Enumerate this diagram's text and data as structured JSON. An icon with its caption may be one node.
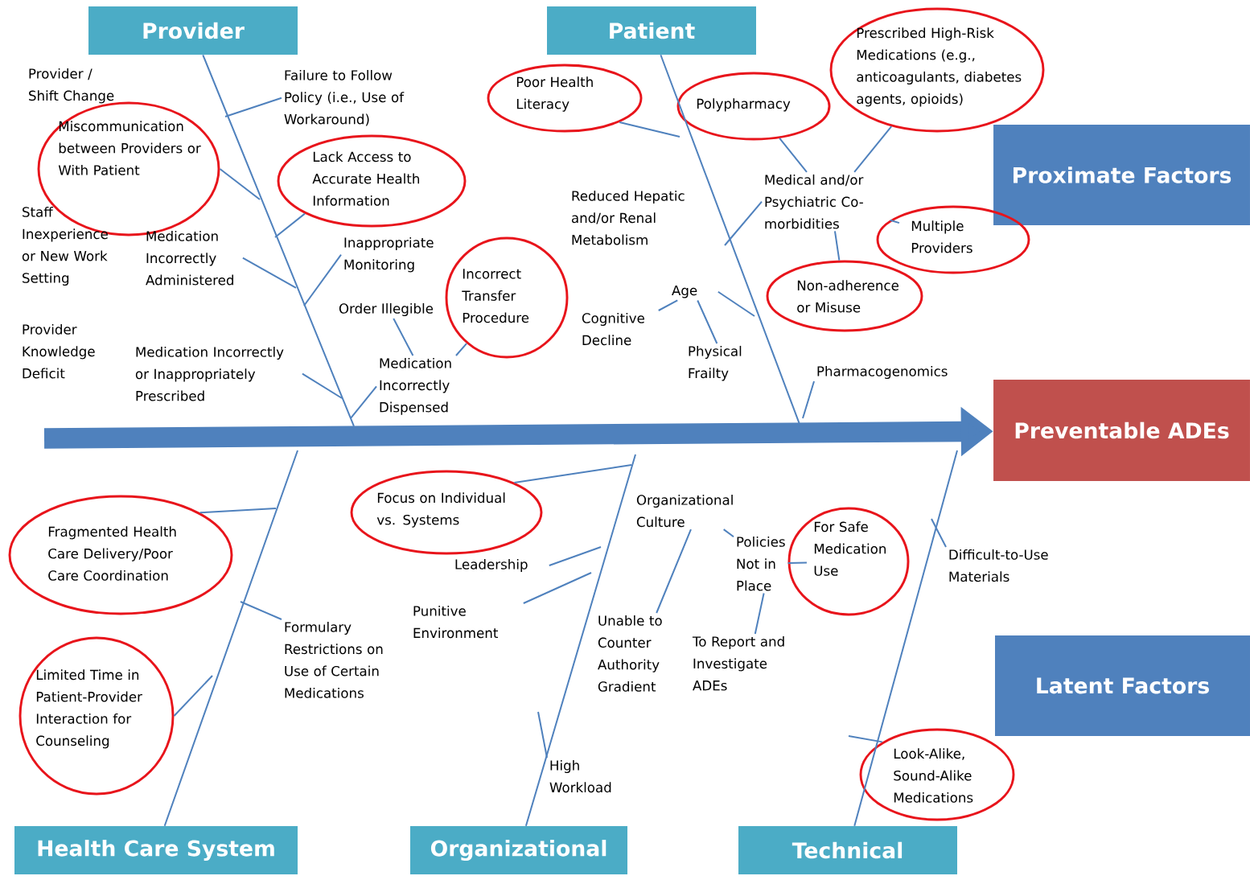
{
  "diagram": {
    "nodes": [
      {
        "text": [
          "Provider"
        ]
      },
      {
        "text": [
          "Patient"
        ]
      },
      {
        "text": [
          "Proximate Factors"
        ]
      },
      {
        "text": [
          "Preventable ADEs"
        ]
      },
      {
        "text": [
          "Latent Factors"
        ]
      },
      {
        "text": [
          "Health Care System"
        ]
      },
      {
        "text": [
          "Organizational"
        ]
      },
      {
        "text": [
          "Technical"
        ]
      },
      {
        "text": [
          "Miscommunication between Providers or With Patient"
        ]
      },
      {
        "text": [
          "Lack Access to Accurate Health Information"
        ]
      },
      {
        "text": [
          "Poor Health Literacy"
        ]
      },
      {
        "text": [
          "Polypharmacy"
        ]
      },
      {
        "text": [
          "Prescribed High-Risk Medications (e.g., anticoagulants, diabetes agents, opioids)"
        ]
      },
      {
        "text": [
          "Multiple Providers"
        ]
      },
      {
        "text": [
          "Non-adherence or Misuse"
        ]
      },
      {
        "text": [
          "Incorrect Transfer Procedure"
        ]
      },
      {
        "text": [
          "Focus on Individual vs. Systems"
        ]
      },
      {
        "text": [
          "Fragmented Health Care Delivery/Poor Care Coordination"
        ]
      },
      {
        "text": [
          "Limited Time in Patient-Provider Interaction for Counseling"
        ]
      },
      {
        "text": [
          "For Safe Medication Use"
        ]
      },
      {
        "text": [
          "Look-Alike, Sound-Alike Medications"
        ]
      },
      {
        "text": [
          "Provider / Shift Change"
        ]
      },
      {
        "text": [
          "Failure to Follow Policy (i.e., Use of Workaround)"
        ]
      },
      {
        "text": [
          "Staff Inexperience or New Work Setting"
        ]
      },
      {
        "text": [
          "Medication Incorrectly Administered"
        ]
      },
      {
        "text": [
          "Inappropriate Monitoring"
        ]
      },
      {
        "text": [
          "Order Illegible"
        ]
      },
      {
        "text": [
          "Provider Knowledge Deficit"
        ]
      },
      {
        "text": [
          "Medication Incorrectly or Inappropriately Prescribed"
        ]
      },
      {
        "text": [
          "Medication Incorrectly Dispensed"
        ]
      },
      {
        "text": [
          "Reduced Hepatic and/or Renal Metabolism"
        ]
      },
      {
        "text": [
          "Medical and/or Psychiatric Co-morbidities"
        ]
      },
      {
        "text": [
          "Age"
        ]
      },
      {
        "text": [
          "Cognitive Decline"
        ]
      },
      {
        "text": [
          "Physical Frailty"
        ]
      },
      {
        "text": [
          "Pharmacogenomics"
        ]
      },
      {
        "text": [
          "Organizational Culture"
        ]
      },
      {
        "text": [
          "Leadership"
        ]
      },
      {
        "text": [
          "Policies Not in Place"
        ]
      },
      {
        "text": [
          "Difficult-to-Use Materials"
        ]
      },
      {
        "text": [
          "Punitive Environment"
        ]
      },
      {
        "text": [
          "Formulary Restrictions on Use of Certain Medications"
        ]
      },
      {
        "text": [
          "Unable to Counter Authority Gradient"
        ]
      },
      {
        "text": [
          "To Report and Investigate ADEs"
        ]
      },
      {
        "text": [
          "High Workload"
        ]
      }
    ],
    "edges": [
      {
        "from": null,
        "to": 3,
        "arrow": "to",
        "style": "thick"
      },
      {
        "from": 0,
        "to": null,
        "arrow": "none"
      },
      {
        "from": 1,
        "to": null,
        "arrow": "none"
      },
      {
        "from": 5,
        "to": null,
        "arrow": "none"
      },
      {
        "from": 6,
        "to": null,
        "arrow": "none"
      },
      {
        "from": 7,
        "to": null,
        "arrow": "none"
      },
      {
        "from": 22,
        "to": null,
        "arrow": "none"
      },
      {
        "from": 8,
        "to": null,
        "arrow": "none"
      },
      {
        "from": 9,
        "to": null,
        "arrow": "none"
      },
      {
        "from": 24,
        "to": null,
        "arrow": "none"
      },
      {
        "from": 25,
        "to": null,
        "arrow": "none"
      },
      {
        "from": 26,
        "to": 29,
        "arrow": "none"
      },
      {
        "from": 15,
        "to": 29,
        "arrow": "none"
      },
      {
        "from": 29,
        "to": null,
        "arrow": "none"
      },
      {
        "from": 28,
        "to": null,
        "arrow": "none"
      },
      {
        "from": 10,
        "to": null,
        "arrow": "none"
      },
      {
        "from": 11,
        "to": 31,
        "arrow": "none"
      },
      {
        "from": 12,
        "to": 31,
        "arrow": "none"
      },
      {
        "from": 13,
        "to": 31,
        "arrow": "none"
      },
      {
        "from": 14,
        "to": 31,
        "arrow": "none"
      },
      {
        "from": 31,
        "to": null,
        "arrow": "none"
      },
      {
        "from": 33,
        "to": 32,
        "arrow": "none"
      },
      {
        "from": 34,
        "to": 32,
        "arrow": "none"
      },
      {
        "from": 32,
        "to": null,
        "arrow": "none"
      },
      {
        "from": 35,
        "to": null,
        "arrow": "none"
      },
      {
        "from": 17,
        "to": null,
        "arrow": "none"
      },
      {
        "from": 41,
        "to": null,
        "arrow": "none"
      },
      {
        "from": 18,
        "to": null,
        "arrow": "none"
      },
      {
        "from": 16,
        "to": null,
        "arrow": "none"
      },
      {
        "from": 37,
        "to": null,
        "arrow": "none"
      },
      {
        "from": 40,
        "to": null,
        "arrow": "none"
      },
      {
        "from": 36,
        "to": 38,
        "arrow": "none"
      },
      {
        "from": 42,
        "to": 36,
        "arrow": "none"
      },
      {
        "from": 38,
        "to": 19,
        "arrow": "none"
      },
      {
        "from": 38,
        "to": 43,
        "arrow": "none"
      },
      {
        "from": 44,
        "to": null,
        "arrow": "none"
      },
      {
        "from": 39,
        "to": null,
        "arrow": "none"
      },
      {
        "from": 20,
        "to": null,
        "arrow": "none"
      }
    ]
  }
}
